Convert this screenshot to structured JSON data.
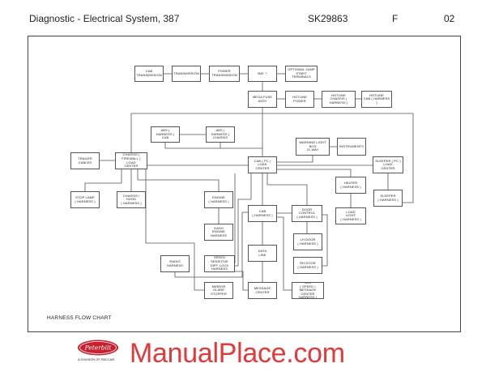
{
  "header": {
    "title": "Diagnostic - Electrical System, 387",
    "doc_number": "SK29863",
    "revision": "F",
    "page": "02"
  },
  "diagram": {
    "caption": "HARNESS FLOW CHART",
    "nodes": [
      {
        "id": "cab_transmission",
        "label": "CAB\nTRANSMISSION"
      },
      {
        "id": "transmission",
        "label": "TRANSMISSION"
      },
      {
        "id": "power_transmission",
        "label": "POWER\nTRANSMISSION"
      },
      {
        "id": "bat_plus",
        "label": "BAT +"
      },
      {
        "id": "optional_jump",
        "label": "OPTIONAL JUMP\nSTART TERMINALS"
      },
      {
        "id": "mega_fuse",
        "label": "MEGA FUSE\nASSY"
      },
      {
        "id": "hotline_power",
        "label": "HOTLINE\nPOWER"
      },
      {
        "id": "hotline_chassis",
        "label": "HOTLINE\nCHASSIS ( HARNESS )"
      },
      {
        "id": "hotline_cab",
        "label": "HOTLINE\nCAB ( HARNESS )"
      },
      {
        "id": "abs_cab",
        "label": "ABS ( HARNESS )\nCAB"
      },
      {
        "id": "abs_chassis",
        "label": "ABS ( HARNESS )\nCHASSIS"
      },
      {
        "id": "trailer_cables",
        "label": "TRAILER\nCABLES"
      },
      {
        "id": "chassis_firewall",
        "label": "CHASSIS ( FIREWALL )\nLOAD\nCENTER"
      },
      {
        "id": "warning_light_box",
        "label": "WARNING LIGHT BOX\n21 WAY"
      },
      {
        "id": "instruments",
        "label": "INSTRUMENTS"
      },
      {
        "id": "sleeper_pc_load",
        "label": "SLEEPER ( PC )\nLOAD\nCENTER"
      },
      {
        "id": "cab_pc_load",
        "label": "CAB ( PC )\nLOAD\nCENTER"
      },
      {
        "id": "stop_lamp",
        "label": "STOP LAMP\n( HARNESS )"
      },
      {
        "id": "chassis_hood",
        "label": "CHASSIS / HOOD\n( HARNESS )"
      },
      {
        "id": "engine",
        "label": "ENGINE\n( HARNESS )"
      },
      {
        "id": "heater",
        "label": "HEATER\n( HARNESS )"
      },
      {
        "id": "sleeper_harness",
        "label": "SLEEPER\n( HARNESS )"
      },
      {
        "id": "cab_harness",
        "label": "CAB\n( HARNESS )"
      },
      {
        "id": "door_control",
        "label": "DOOR\nCONTROL\n( HARNESS )"
      },
      {
        "id": "load_light",
        "label": "LOAD\nLIGHT\n( HARNESS )"
      },
      {
        "id": "dash_engine",
        "label": "DASH\nENGINE\nHARNESS"
      },
      {
        "id": "lh_door",
        "label": "LH DOOR\n( HARNESS )"
      },
      {
        "id": "data_link",
        "label": "DATA\nLINK"
      },
      {
        "id": "radio",
        "label": "RADIO\nHARNESS"
      },
      {
        "id": "speed_sensitive",
        "label": "SPEED SENSITIVE\nDIFF. LOCK\nHARNESS"
      },
      {
        "id": "rh_door",
        "label": "RH DOOR\n( HARNESS )"
      },
      {
        "id": "mirror",
        "label": "MIRROR\nGLARE STOPPER"
      },
      {
        "id": "message_center",
        "label": "MESSAGE\nCENTER"
      },
      {
        "id": "smc",
        "label": "SMC\n( SPEED / MESSAGE\nCENTER HARNESS )"
      }
    ]
  },
  "logo": {
    "name": "peterbilt-oval-logo",
    "text": "Peterbilt",
    "subtitle": "A DIVISION OF PACCAR",
    "color": "#c8202e"
  },
  "watermark": {
    "text": "ManualPlace.com",
    "color": "#e03a3a"
  }
}
